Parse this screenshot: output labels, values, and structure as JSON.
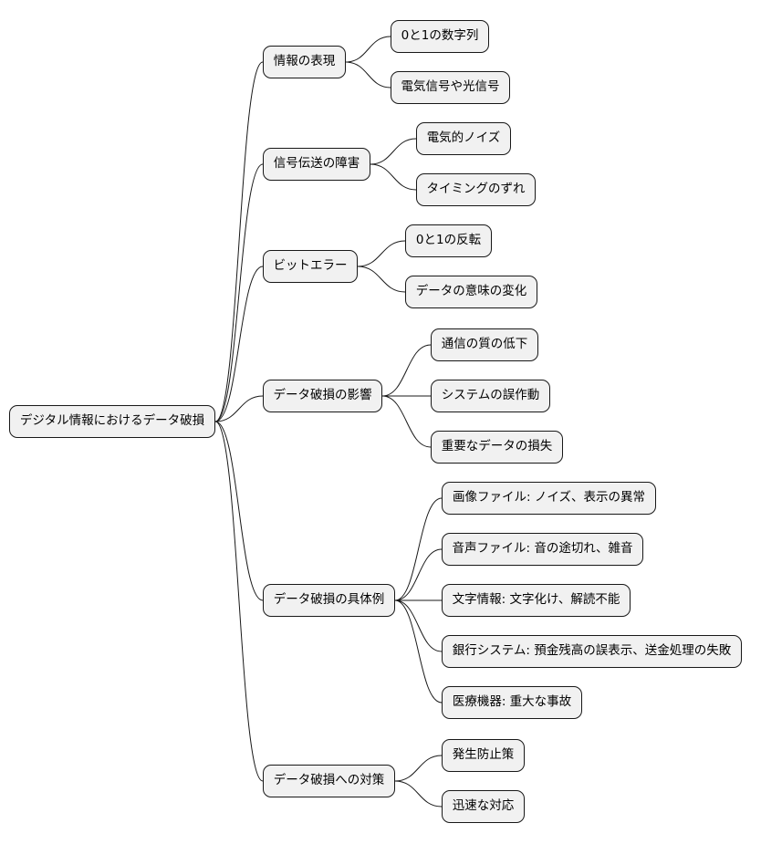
{
  "mindmap": {
    "root": "デジタル情報におけるデータ破損",
    "branches": [
      {
        "label": "情報の表現",
        "children": [
          "0と1の数字列",
          "電気信号や光信号"
        ]
      },
      {
        "label": "信号伝送の障害",
        "children": [
          "電気的ノイズ",
          "タイミングのずれ"
        ]
      },
      {
        "label": "ビットエラー",
        "children": [
          "0と1の反転",
          "データの意味の変化"
        ]
      },
      {
        "label": "データ破損の影響",
        "children": [
          "通信の質の低下",
          "システムの誤作動",
          "重要なデータの損失"
        ]
      },
      {
        "label": "データ破損の具体例",
        "children": [
          "画像ファイル: ノイズ、表示の異常",
          "音声ファイル: 音の途切れ、雑音",
          "文字情報: 文字化け、解読不能",
          "銀行システム: 預金残高の誤表示、送金処理の失敗",
          "医療機器: 重大な事故"
        ]
      },
      {
        "label": "データ破損への対策",
        "children": [
          "発生防止策",
          "迅速な対応"
        ]
      }
    ]
  }
}
